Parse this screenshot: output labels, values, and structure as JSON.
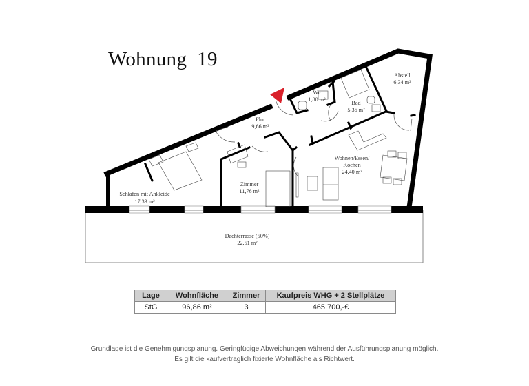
{
  "header": {
    "title": "Wohnung  19"
  },
  "floorplan": {
    "entrance_marker_color": "#d9202a",
    "rooms": [
      {
        "name": "Schlafen mit Ankleide",
        "area": "17,33 m²"
      },
      {
        "name": "Flur",
        "area": "9,66 m²"
      },
      {
        "name": "Wc",
        "area": "1,80 m²"
      },
      {
        "name": "Bad",
        "area": "5,36 m²"
      },
      {
        "name": "Abstell",
        "area": "6,34 m²"
      },
      {
        "name": "Zimmer",
        "area": "11,76 m²"
      },
      {
        "name": "Wohnen/Essen/",
        "name2": "Kochen",
        "area": "24,40 m²"
      },
      {
        "name": "Dachterrasse (50%)",
        "area": "22,51 m²"
      }
    ]
  },
  "info_table": {
    "headers": [
      "Lage",
      "Wohnfläche",
      "Zimmer",
      "Kaufpreis WHG + 2 Stellplätze"
    ],
    "rows": [
      [
        "StG",
        "96,86 m²",
        "3",
        "465.700,-€"
      ]
    ]
  },
  "footer": {
    "line1": "Grundlage ist die Genehmigungsplanung. Geringfügige Abweichungen während der Ausführungsplanung möglich.",
    "line2": "Es gilt die kaufvertraglich fixierte Wohnfläche als Richtwert."
  }
}
